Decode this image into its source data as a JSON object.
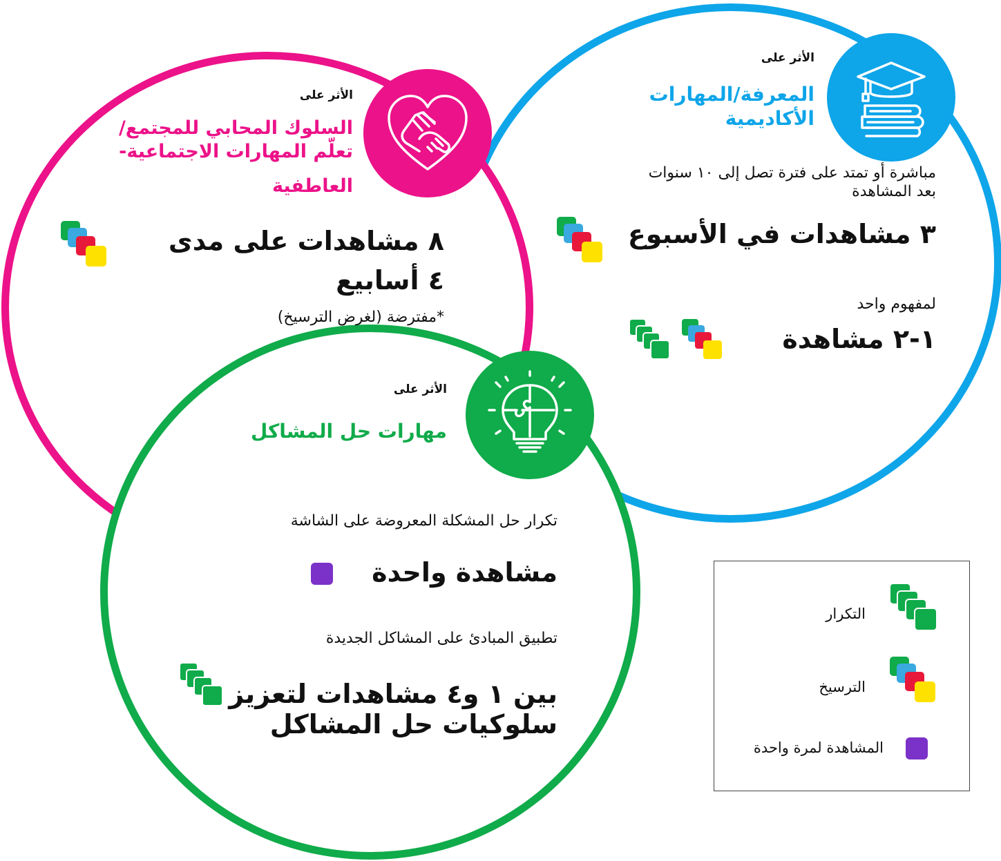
{
  "colors": {
    "academic": "#0ea5e9",
    "social": "#ec1289",
    "problem": "#10ab4a",
    "once": "#7b32c8",
    "yellow": "#ffe100",
    "red": "#e8183a",
    "blue": "#39a9e0",
    "green": "#10ab4a"
  },
  "academic": {
    "impact_on": "الأثر على",
    "title_line1": "المعرفة/المهارات",
    "title_line2": "الأكاديمية",
    "icon": "books-graduation-cap-icon",
    "desc_line1": "مباشرة أو تمتد على فترة تصل إلى ١٠ سنوات",
    "desc_line2": "بعد المشاهدة",
    "stat1": "٣ مشاهدات في الأسبوع",
    "desc2": "لمفهوم واحد",
    "stat2": "١-٢ مشاهدة"
  },
  "social": {
    "impact_on": "الأثر على",
    "title_line1": "السلوك المحابي للمجتمع/",
    "title_line2": "تعلّم المهارات الاجتماعية-",
    "title_line3": "العاطفية",
    "icon": "heart-hands-icon",
    "stat_line1": "٨ مشاهدات على مدى",
    "stat_line2": "٤ أسابيع",
    "note": "*مفترضة (لغرض الترسيخ)"
  },
  "problem": {
    "impact_on": "الأثر على",
    "title": "مهارات حل المشاكل",
    "icon": "lightbulb-puzzle-icon",
    "desc1": "تكرار حل المشكلة المعروضة على الشاشة",
    "stat1": "مشاهدة واحدة",
    "desc2": "تطبيق المبادئ على المشاكل الجديدة",
    "stat2_line1": "بين ١ و٤ مشاهدات لتعزيز",
    "stat2_line2": "سلوكيات حل المشاكل"
  },
  "legend": {
    "repetition": "التكرار",
    "consolidation": "الترسيخ",
    "single_viewing": "المشاهدة لمرة واحدة"
  }
}
